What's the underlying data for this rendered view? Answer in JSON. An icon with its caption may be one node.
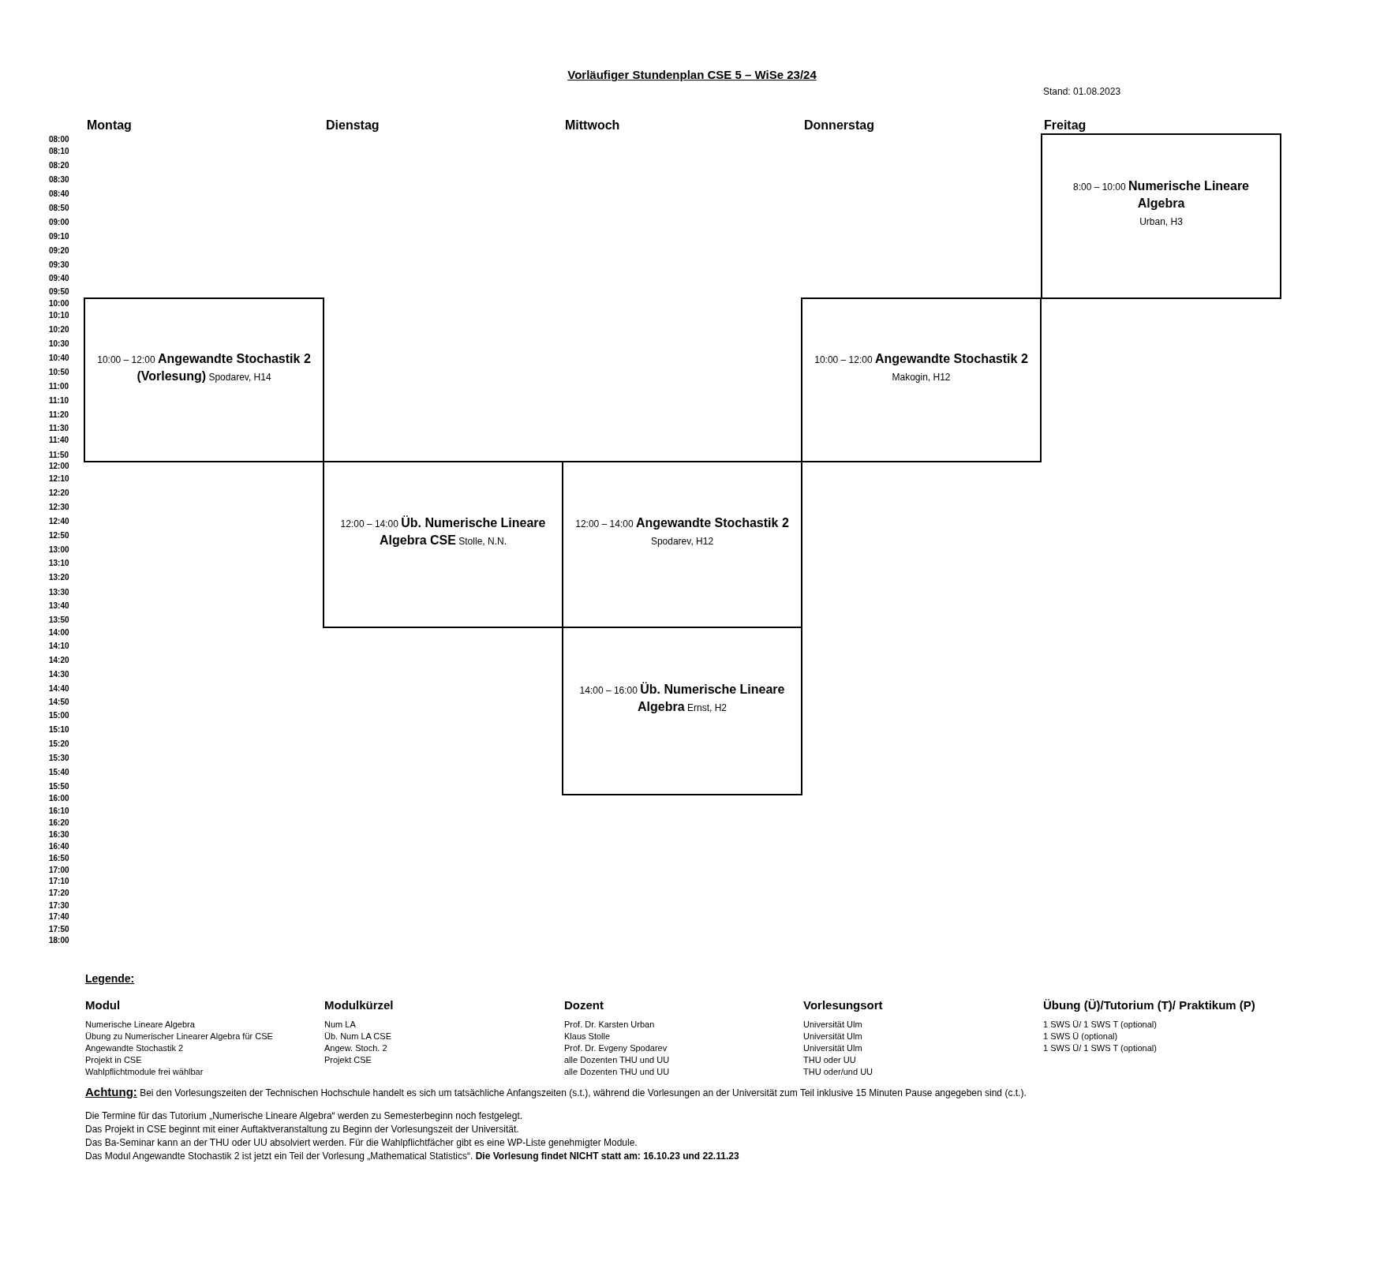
{
  "diagram": {
    "title": "Vorläufiger Stundenplan CSE 5 – WiSe 23/24",
    "nodes": [
      {
        "text": [
          "8:00 – 10:00",
          "Numerische Lineare Algebra",
          "Urban, H3"
        ]
      },
      {
        "text": [
          "10:00 – 12:00",
          "Angewandte Stochastik 2 (Vorlesung)",
          "Spodarev, H14"
        ]
      },
      {
        "text": [
          "10:00 – 12:00",
          "Angewandte Stochastik 2",
          "Makogin, H12"
        ]
      },
      {
        "text": [
          "12:00 – 14:00",
          "Üb. Numerische Lineare Algebra CSE",
          "Stolle, N.N."
        ]
      },
      {
        "text": [
          "12:00 – 14:00",
          "Angewandte Stochastik 2",
          "Spodarev, H12"
        ]
      },
      {
        "text": [
          "14:00 – 16:00",
          "Üb. Numerische Lineare Algebra",
          "Ernst, H2"
        ]
      }
    ],
    "labels": [
      "Stand: 01.08.2023",
      "Montag",
      "Dienstag",
      "Mittwoch",
      "Donnerstag",
      "Freitag",
      "08:00",
      "08:10",
      "08:20",
      "08:30",
      "08:40",
      "08:50",
      "09:00",
      "09:10",
      "09:20",
      "09:30",
      "09:40",
      "09:50",
      "10:00",
      "10:10",
      "10:20",
      "10:30",
      "10:40",
      "10:50",
      "11:00",
      "11:10",
      "11:20",
      "11:30",
      "11:40",
      "11:50",
      "12:00",
      "12:10",
      "12:20",
      "12:30",
      "12:40",
      "12:50",
      "13:00",
      "13:10",
      "13:20",
      "13:30",
      "13:40",
      "13:50",
      "14:00",
      "14:10",
      "14:20",
      "14:30",
      "14:40",
      "14:50",
      "15:00",
      "15:10",
      "15:20",
      "15:30",
      "15:40",
      "15:50",
      "16:00",
      "16:10",
      "16:20",
      "16:30",
      "16:40",
      "16:50",
      "17:00",
      "17:10",
      "17:20",
      "17:30",
      "17:40",
      "17:50",
      "18:00",
      "Legende:",
      "Modul",
      "Modulkürzel",
      "Dozent",
      "Vorlesungsort",
      "Übung (Ü)/Tutorium (T)/ Praktikum (P)",
      "Numerische Lineare Algebra",
      "Num LA",
      "Prof. Dr. Karsten Urban",
      "Universität Ulm",
      "1 SWS Ü/ 1 SWS T (optional)",
      "Übung zu Numerischer Linearer Algebra für CSE",
      "Üb. Num LA CSE",
      "Klaus Stolle",
      "Universität Ulm",
      "1 SWS Ü (optional)",
      "Angewandte Stochastik 2",
      "Angew. Stoch. 2",
      "Prof. Dr. Evgeny Spodarev",
      "Universität Ulm",
      "1 SWS Ü/ 1 SWS T (optional)",
      "Projekt in CSE",
      "Projekt CSE",
      "alle Dozenten THU und UU",
      "THU oder UU",
      "Wahlpflichtmodule frei wählbar",
      "alle Dozenten THU und UU",
      "THU oder/und UU",
      "**Achtung:** Bei den Vorlesungszeiten der Technischen Hochschule handelt es sich um tatsächliche Anfangszeiten (s.t.), während die Vorlesungen an der Universität zum Teil inklusive 15 Minuten Pause angegeben sind (c.t.).",
      "Die Termine für das Tutorium „Numerische Lineare Algebra“ werden zu Semesterbeginn noch festgelegt.",
      "Das Projekt in CSE beginnt mit einer Auftaktveranstaltung zu Beginn der Vorlesungszeit der Universität.",
      "Das Ba-Seminar kann an der THU oder UU absolviert werden. Für die Wahlpflichtfächer gibt es eine WP-Liste genehmigter Module.",
      "Das Modul Angewandte Stochastik 2 ist jetzt ein Teil der Vorlesung „Mathematical Statistics“. **Die Vorlesung findet NICHT statt am: 16.10.23 und 22.11.23**"
    ]
  }
}
